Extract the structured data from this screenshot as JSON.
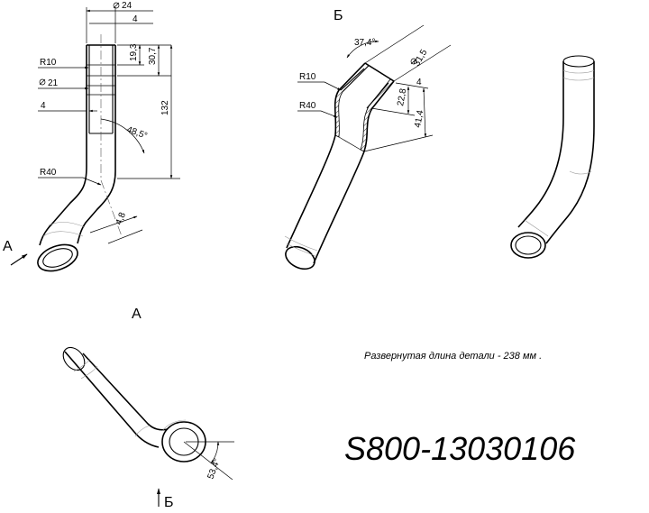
{
  "dimensions_main": {
    "dia_outer": "24",
    "wall_top": "4",
    "len_a": "19,3",
    "len_b": "30,7",
    "radius_small": "R10",
    "dia_inner": "21",
    "wall_side": "4",
    "total_height": "132",
    "angle": "48,5°",
    "radius_bend": "R40",
    "offset": "4,8"
  },
  "dimensions_section": {
    "angle": "37,4°",
    "dia_outer": "31,5",
    "radius_small": "R10",
    "radius_bend": "R40",
    "wall": "4",
    "len_a": "22,8",
    "len_b": "41,4"
  },
  "view_labels": {
    "view_a_arrow": "А",
    "view_a_title": "А",
    "section_b_title": "Б",
    "view_b_arrow": "Б"
  },
  "view_a_angle": "53,4°",
  "note": "Развернутая  длина  детали - 238 мм .",
  "part_number": "S800-13030106"
}
